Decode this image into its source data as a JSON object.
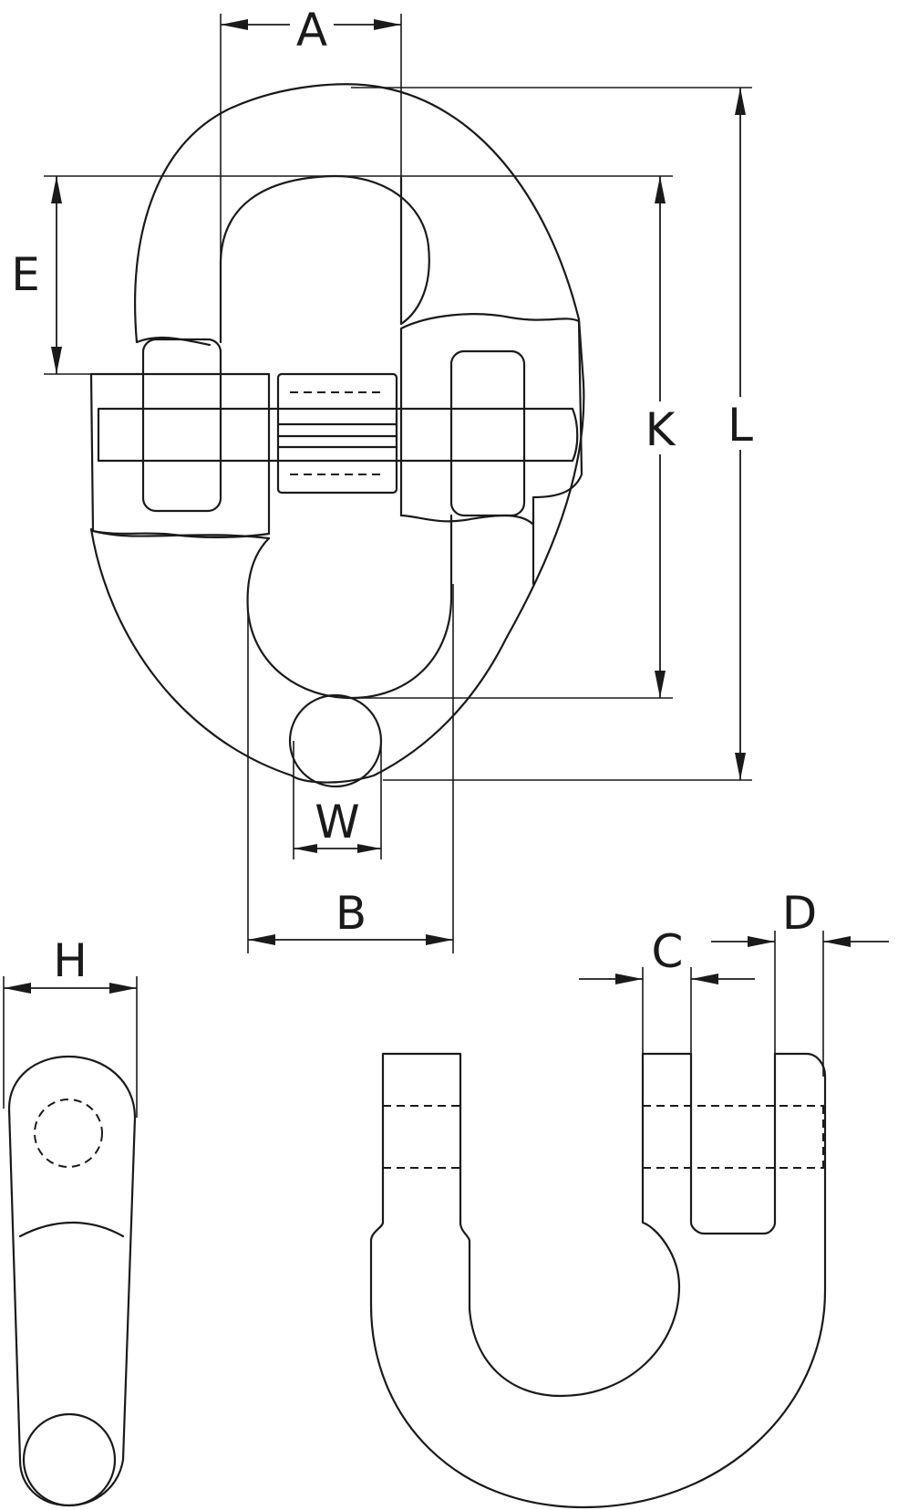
{
  "dimension_labels": {
    "A": "A",
    "B": "B",
    "C": "C",
    "D": "D",
    "E": "E",
    "H": "H",
    "K": "K",
    "L": "L",
    "W": "W"
  },
  "colors": {
    "line": "#1a1a1a",
    "background": "#ffffff"
  }
}
